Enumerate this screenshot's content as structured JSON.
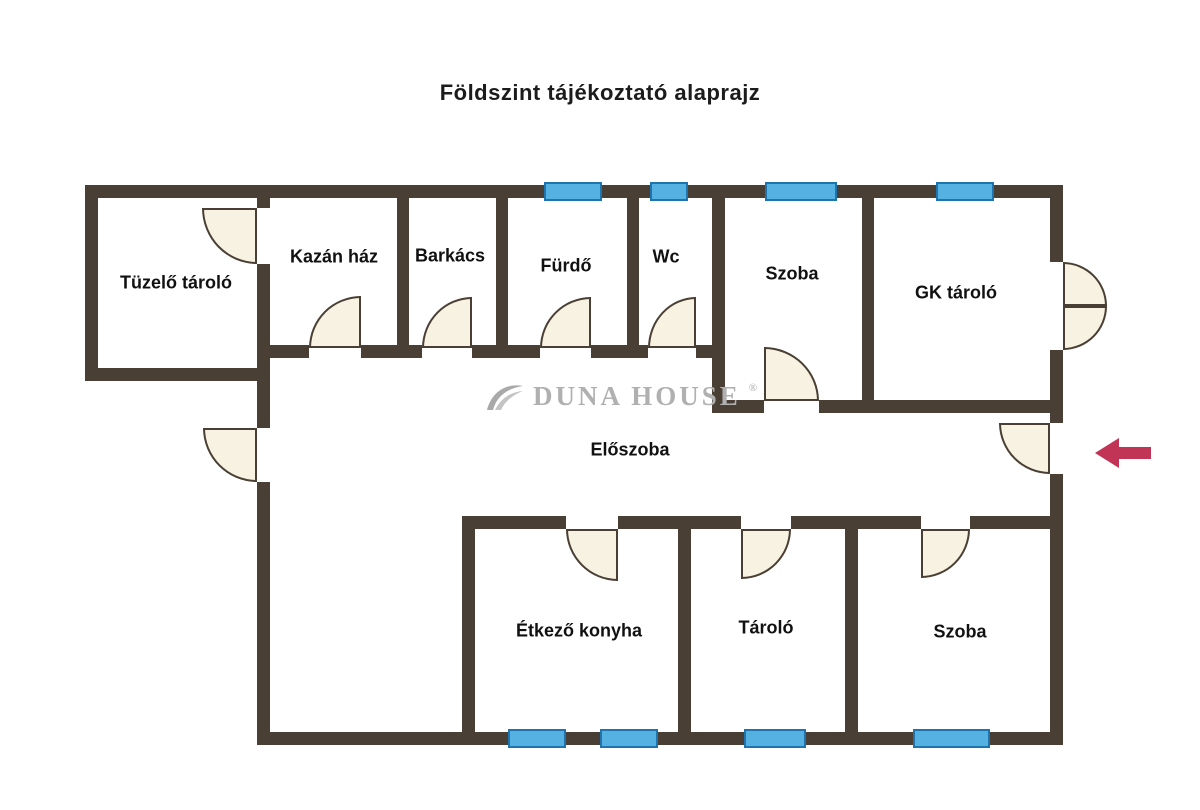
{
  "title": "Földszint tájékoztató alaprajz",
  "watermark": {
    "brand": "DUNA HOUSE",
    "reg": "®"
  },
  "rooms": [
    {
      "id": "tuzelo-tarolo",
      "label": "Tüzelő tároló"
    },
    {
      "id": "kazan-haz",
      "label": "Kazán ház"
    },
    {
      "id": "barkacs",
      "label": "Barkács"
    },
    {
      "id": "furdo",
      "label": "Fürdő"
    },
    {
      "id": "wc",
      "label": "Wc"
    },
    {
      "id": "szoba-felso",
      "label": "Szoba"
    },
    {
      "id": "gk-tarolo",
      "label": "GK tároló"
    },
    {
      "id": "eloszoba",
      "label": "Előszoba"
    },
    {
      "id": "etkezo-konyha",
      "label": "Étkező konyha"
    },
    {
      "id": "tarolo",
      "label": "Tároló"
    },
    {
      "id": "szoba-also",
      "label": "Szoba"
    }
  ],
  "icons": {
    "entrance_arrow": "left-arrow"
  },
  "colors": {
    "wall": "#4a3f34",
    "door_fill": "#f8f2e3",
    "window_fill": "#55b1e1",
    "window_border": "#1e74ad",
    "arrow": "#c23455",
    "watermark": "#b0b0b0",
    "background": "#ffffff"
  }
}
